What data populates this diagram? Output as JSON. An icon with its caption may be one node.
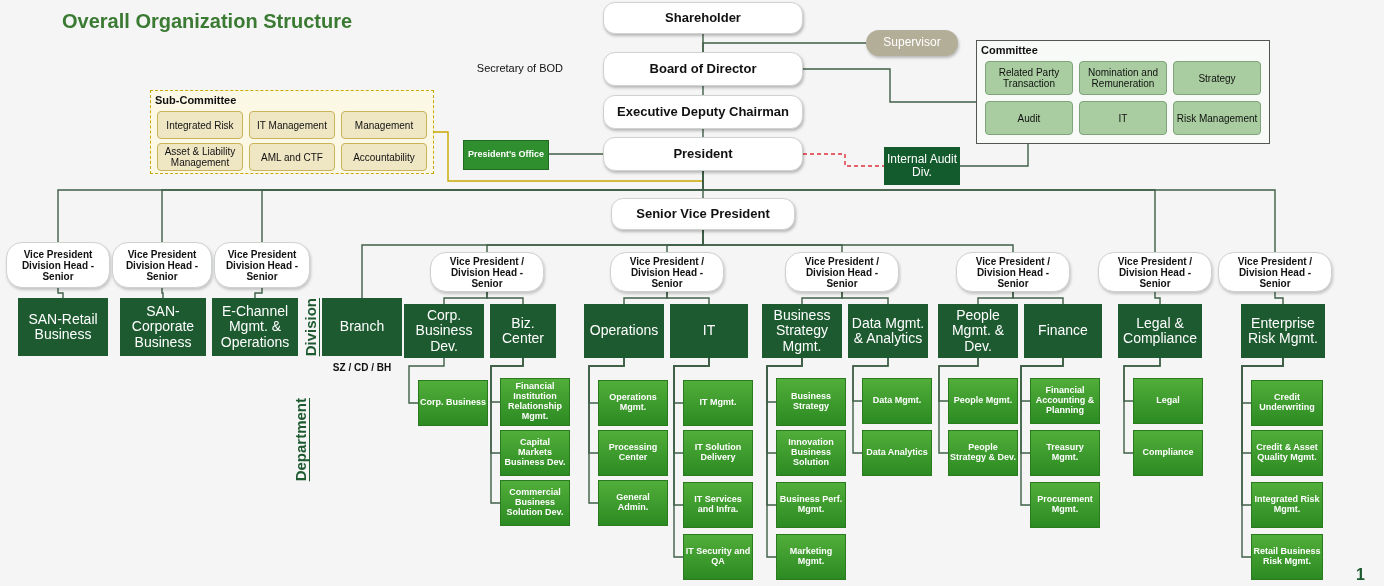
{
  "diagram": {
    "title": "Overall Organization Structure",
    "nodes": [
      {
        "text": [
          "Shareholder"
        ]
      },
      {
        "text": [
          "Supervisor"
        ]
      },
      {
        "text": [
          "Board of Director"
        ],
        "beside": [
          "Secretary of BOD"
        ]
      },
      {
        "text": [
          "Committee"
        ]
      },
      {
        "text": [
          "Related Party Transaction"
        ],
        "in": 3
      },
      {
        "text": [
          "Nomination and Remuneration"
        ],
        "in": 3
      },
      {
        "text": [
          "Strategy"
        ],
        "in": 3
      },
      {
        "text": [
          "Audit"
        ],
        "in": 3
      },
      {
        "text": [
          "IT"
        ],
        "in": 3
      },
      {
        "text": [
          "Risk Management"
        ],
        "in": 3
      },
      {
        "text": [
          "Executive Deputy Chairman"
        ]
      },
      {
        "text": [
          "Sub-Committee"
        ]
      },
      {
        "text": [
          "Integrated Risk"
        ],
        "in": 11
      },
      {
        "text": [
          "IT Management"
        ],
        "in": 11
      },
      {
        "text": [
          "Management"
        ],
        "in": 11
      },
      {
        "text": [
          "Asset & Liability Management"
        ],
        "in": 11
      },
      {
        "text": [
          "AML and CTF"
        ],
        "in": 11
      },
      {
        "text": [
          "Accountability"
        ],
        "in": 11
      },
      {
        "text": [
          "President's Office"
        ]
      },
      {
        "text": [
          "President"
        ]
      },
      {
        "text": [
          "Internal Audit Div."
        ]
      },
      {
        "text": [
          "Senior Vice President"
        ]
      },
      {
        "text": [
          "Vice President Division Head - Senior"
        ]
      },
      {
        "text": [
          "SAN-Retail Business"
        ]
      },
      {
        "text": [
          "Vice President Division Head - Senior"
        ]
      },
      {
        "text": [
          "SAN-Corporate Business"
        ]
      },
      {
        "text": [
          "Vice President Division Head - Senior"
        ]
      },
      {
        "text": [
          "E-Channel Mgmt. & Operations"
        ]
      },
      {
        "text": [
          "Branch"
        ],
        "beside": [
          "SZ / CD / BH"
        ]
      },
      {
        "text": [
          "Vice President / Division Head - Senior"
        ]
      },
      {
        "text": [
          "Corp. Business Dev."
        ]
      },
      {
        "text": [
          "Corp. Business"
        ]
      },
      {
        "text": [
          "Biz. Center"
        ]
      },
      {
        "text": [
          "Financial Institution Relationship Mgmt."
        ]
      },
      {
        "text": [
          "Capital Markets Business Dev."
        ]
      },
      {
        "text": [
          "Commercial Business Solution Dev."
        ]
      },
      {
        "text": [
          "Vice President / Division Head - Senior"
        ]
      },
      {
        "text": [
          "Operations"
        ]
      },
      {
        "text": [
          "Operations Mgmt."
        ]
      },
      {
        "text": [
          "Processing Center"
        ]
      },
      {
        "text": [
          "General Admin."
        ]
      },
      {
        "text": [
          "IT"
        ]
      },
      {
        "text": [
          "IT Mgmt."
        ]
      },
      {
        "text": [
          "IT Solution Delivery"
        ]
      },
      {
        "text": [
          "IT Services and Infra."
        ]
      },
      {
        "text": [
          "IT Security and QA"
        ]
      },
      {
        "text": [
          "Vice President / Division Head - Senior"
        ]
      },
      {
        "text": [
          "Business Strategy Mgmt."
        ]
      },
      {
        "text": [
          "Business Strategy"
        ]
      },
      {
        "text": [
          "Innovation Business Solution"
        ]
      },
      {
        "text": [
          "Business Perf. Mgmt."
        ]
      },
      {
        "text": [
          "Marketing Mgmt."
        ]
      },
      {
        "text": [
          "Data Mgmt. & Analytics"
        ]
      },
      {
        "text": [
          "Data Mgmt."
        ]
      },
      {
        "text": [
          "Data Analytics"
        ]
      },
      {
        "text": [
          "Vice President / Division Head - Senior"
        ]
      },
      {
        "text": [
          "People Mgmt. & Dev."
        ]
      },
      {
        "text": [
          "People Mgmt."
        ]
      },
      {
        "text": [
          "People Strategy & Dev."
        ]
      },
      {
        "text": [
          "Finance"
        ]
      },
      {
        "text": [
          "Financial Accounting & Planning"
        ]
      },
      {
        "text": [
          "Treasury Mgmt."
        ]
      },
      {
        "text": [
          "Procurement Mgmt."
        ]
      },
      {
        "text": [
          "Vice President / Division Head - Senior"
        ]
      },
      {
        "text": [
          "Legal & Compliance"
        ]
      },
      {
        "text": [
          "Legal"
        ]
      },
      {
        "text": [
          "Compliance"
        ]
      },
      {
        "text": [
          "Vice President / Division Head - Senior"
        ]
      },
      {
        "text": [
          "Enterprise Risk Mgmt."
        ]
      },
      {
        "text": [
          "Credit Underwriting"
        ]
      },
      {
        "text": [
          "Credit & Asset Quality Mgmt."
        ]
      },
      {
        "text": [
          "Integrated Risk Mgmt."
        ]
      },
      {
        "text": [
          "Retail Business Risk Mgmt."
        ]
      }
    ],
    "edges": [
      {
        "from": 0,
        "to": 2,
        "arrow": "none"
      },
      {
        "from": 2,
        "to": 1,
        "arrow": "none"
      },
      {
        "from": 2,
        "to": 3,
        "arrow": "none"
      },
      {
        "from": 2,
        "to": 10,
        "arrow": "none"
      },
      {
        "from": 10,
        "to": 19,
        "arrow": "none"
      },
      {
        "from": 19,
        "to": 18,
        "arrow": "none"
      },
      {
        "from": 19,
        "to": 20,
        "arrow": "none",
        "style": "dashed",
        "color": "#e0303c"
      },
      {
        "from": 7,
        "to": 20,
        "arrow": "none"
      },
      {
        "from": 19,
        "to": 11,
        "arrow": "none",
        "color": "#c9a800"
      },
      {
        "from": 19,
        "to": 21,
        "arrow": "none"
      },
      {
        "from": 19,
        "to": 22,
        "arrow": "none"
      },
      {
        "from": 19,
        "to": 24,
        "arrow": "none"
      },
      {
        "from": 19,
        "to": 26,
        "arrow": "none"
      },
      {
        "from": 19,
        "to": 63,
        "arrow": "none"
      },
      {
        "from": 19,
        "to": 67,
        "arrow": "none"
      },
      {
        "from": 22,
        "to": 23,
        "arrow": "none"
      },
      {
        "from": 24,
        "to": 25,
        "arrow": "none"
      },
      {
        "from": 26,
        "to": 27,
        "arrow": "none"
      },
      {
        "from": 21,
        "to": 28,
        "arrow": "none"
      },
      {
        "from": 21,
        "to": 29,
        "arrow": "none"
      },
      {
        "from": 21,
        "to": 36,
        "arrow": "none"
      },
      {
        "from": 21,
        "to": 46,
        "arrow": "none"
      },
      {
        "from": 21,
        "to": 55,
        "arrow": "none"
      },
      {
        "from": 29,
        "to": 30,
        "arrow": "none"
      },
      {
        "from": 29,
        "to": 32,
        "arrow": "none"
      },
      {
        "from": 30,
        "to": 31,
        "arrow": "none"
      },
      {
        "from": 32,
        "to": 33,
        "arrow": "none"
      },
      {
        "from": 32,
        "to": 34,
        "arrow": "none"
      },
      {
        "from": 32,
        "to": 35,
        "arrow": "none"
      },
      {
        "from": 36,
        "to": 37,
        "arrow": "none"
      },
      {
        "from": 36,
        "to": 41,
        "arrow": "none"
      },
      {
        "from": 37,
        "to": 38,
        "arrow": "none"
      },
      {
        "from": 37,
        "to": 39,
        "arrow": "none"
      },
      {
        "from": 37,
        "to": 40,
        "arrow": "none"
      },
      {
        "from": 41,
        "to": 42,
        "arrow": "none"
      },
      {
        "from": 41,
        "to": 43,
        "arrow": "none"
      },
      {
        "from": 41,
        "to": 44,
        "arrow": "none"
      },
      {
        "from": 41,
        "to": 45,
        "arrow": "none"
      },
      {
        "from": 46,
        "to": 47,
        "arrow": "none"
      },
      {
        "from": 46,
        "to": 52,
        "arrow": "none"
      },
      {
        "from": 47,
        "to": 48,
        "arrow": "none"
      },
      {
        "from": 47,
        "to": 49,
        "arrow": "none"
      },
      {
        "from": 47,
        "to": 50,
        "arrow": "none"
      },
      {
        "from": 47,
        "to": 51,
        "arrow": "none"
      },
      {
        "from": 52,
        "to": 53,
        "arrow": "none"
      },
      {
        "from": 52,
        "to": 54,
        "arrow": "none"
      },
      {
        "from": 55,
        "to": 56,
        "arrow": "none"
      },
      {
        "from": 55,
        "to": 59,
        "arrow": "none"
      },
      {
        "from": 56,
        "to": 57,
        "arrow": "none"
      },
      {
        "from": 56,
        "to": 58,
        "arrow": "none"
      },
      {
        "from": 59,
        "to": 60,
        "arrow": "none"
      },
      {
        "from": 59,
        "to": 61,
        "arrow": "none"
      },
      {
        "from": 59,
        "to": 62,
        "arrow": "none"
      },
      {
        "from": 63,
        "to": 64,
        "arrow": "none"
      },
      {
        "from": 64,
        "to": 65,
        "arrow": "none"
      },
      {
        "from": 64,
        "to": 66,
        "arrow": "none"
      },
      {
        "from": 67,
        "to": 68,
        "arrow": "none"
      },
      {
        "from": 68,
        "to": 69,
        "arrow": "none"
      },
      {
        "from": 68,
        "to": 70,
        "arrow": "none"
      },
      {
        "from": 68,
        "to": 71,
        "arrow": "none"
      },
      {
        "from": 68,
        "to": 72,
        "arrow": "none"
      }
    ],
    "labels": [
      "Division",
      "Department",
      "1"
    ]
  }
}
